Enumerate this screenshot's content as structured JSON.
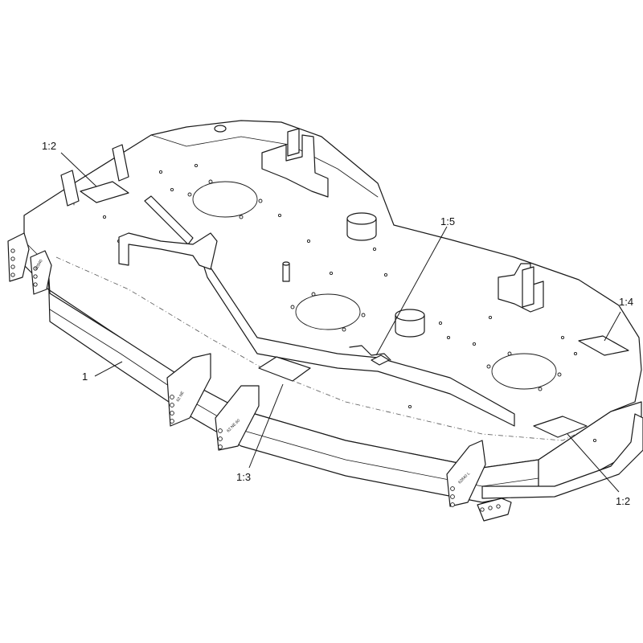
{
  "callouts": {
    "c1": "1",
    "c1_2_top": "1:2",
    "c1_2_bottom": "1:2",
    "c1_3": "1:3",
    "c1_4": "1:4",
    "c1_5": "1:5"
  },
  "colors": {
    "line": "#1a1a1a",
    "background": "#ffffff"
  }
}
